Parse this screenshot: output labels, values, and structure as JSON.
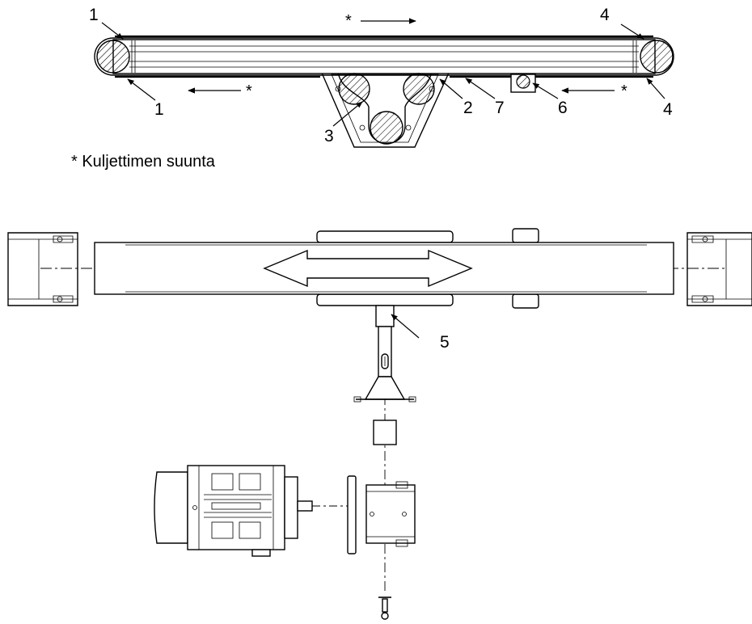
{
  "note": {
    "text": "* Kuljettimen suunta"
  },
  "direction_marks": [
    {
      "star": "*"
    },
    {
      "star": "*"
    },
    {
      "star": "*"
    }
  ],
  "callouts": [
    {
      "label": "1"
    },
    {
      "label": "1"
    },
    {
      "label": "2"
    },
    {
      "label": "3"
    },
    {
      "label": "4"
    },
    {
      "label": "4"
    },
    {
      "label": "5"
    },
    {
      "label": "6"
    },
    {
      "label": "7"
    }
  ],
  "colors": {
    "line": "#000000",
    "background": "#ffffff",
    "hatch": "#000000"
  }
}
